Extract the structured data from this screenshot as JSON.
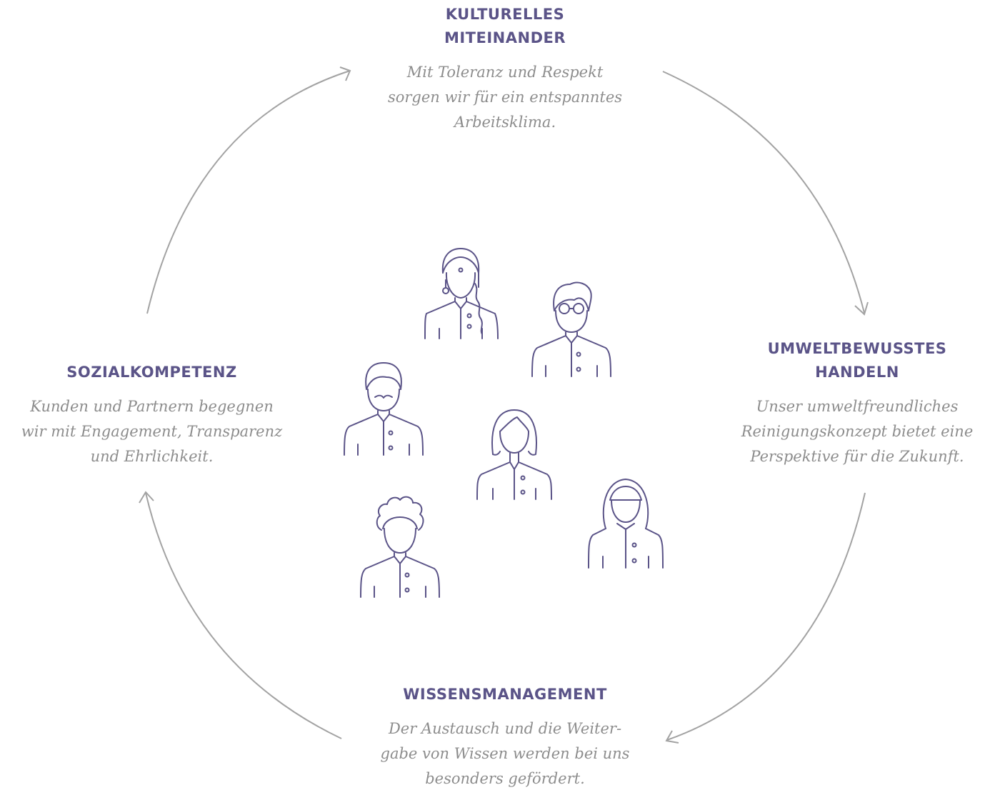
{
  "sections": {
    "top": {
      "title_lines": [
        "KULTURELLES",
        "MITEINANDER"
      ],
      "desc_lines": [
        "Mit Toleranz und Respekt",
        "sorgen wir für ein entspanntes",
        "Arbeitsklima."
      ]
    },
    "right": {
      "title_lines": [
        "UMWELTBEWUSSTES",
        "HANDELN"
      ],
      "desc_lines": [
        "Unser umweltfreundliches",
        "Reinigungskonzept bietet eine",
        "Perspektive für die Zukunft."
      ]
    },
    "bottom": {
      "title_lines": [
        "WISSENSMANAGEMENT"
      ],
      "desc_lines": [
        "Der Austausch und die Weiter-",
        "gabe von Wissen werden bei uns",
        "besonders gefördert."
      ]
    },
    "left": {
      "title_lines": [
        "SOZIALKOMPETENZ"
      ],
      "desc_lines": [
        "Kunden und Partnern begegnen",
        "wir mit Engagement, Transparenz",
        "und Ehrlichkeit."
      ]
    }
  },
  "colors": {
    "title": "#5b5488",
    "description": "#8d8d8d",
    "arrow": "#a3a3a3",
    "icon": "#5b5488"
  },
  "icons": [
    "woman-braid-icon",
    "man-glasses-icon",
    "man-mustache-icon",
    "woman-bob-icon",
    "man-curly-hair-icon",
    "woman-hijab-icon"
  ]
}
